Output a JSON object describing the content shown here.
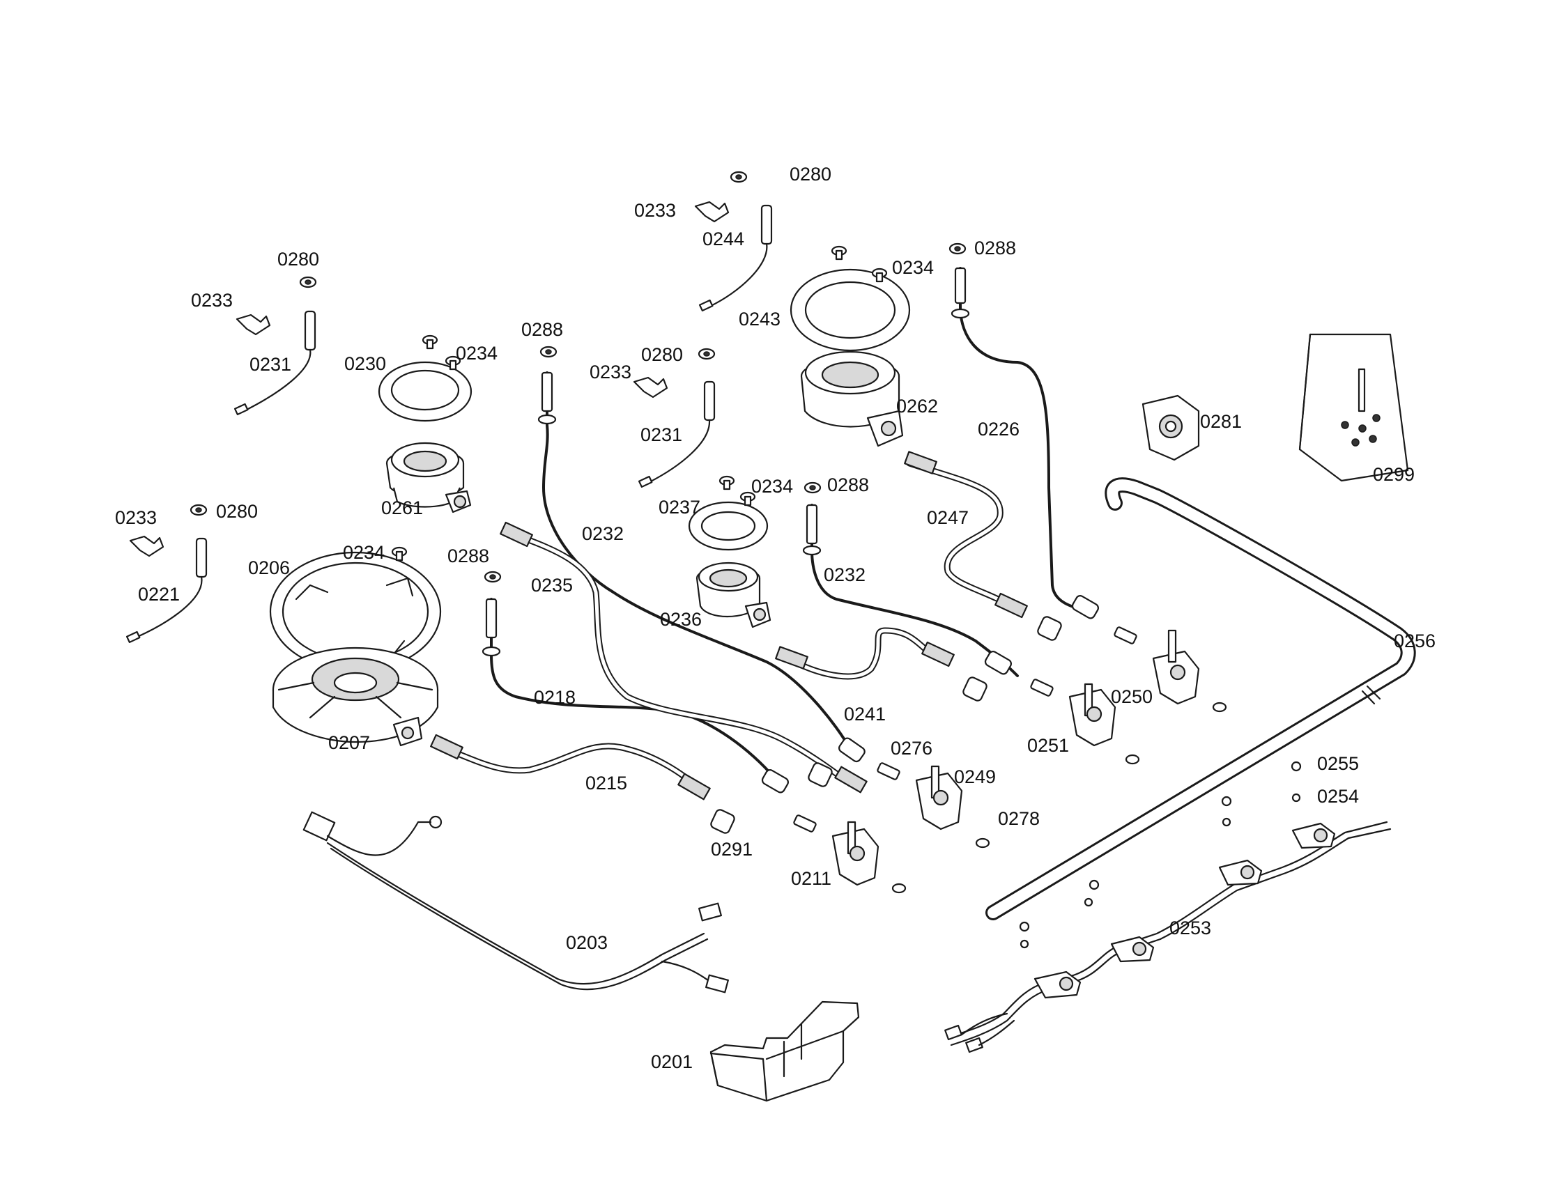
{
  "diagram": {
    "labels": [
      {
        "id": "l-0280-a",
        "text": "0280"
      },
      {
        "id": "l-0233-a",
        "text": "0233"
      },
      {
        "id": "l-0244",
        "text": "0244"
      },
      {
        "id": "l-0234-a",
        "text": "0234"
      },
      {
        "id": "l-0288-a",
        "text": "0288"
      },
      {
        "id": "l-0243",
        "text": "0243"
      },
      {
        "id": "l-0262",
        "text": "0262"
      },
      {
        "id": "l-0226",
        "text": "0226"
      },
      {
        "id": "l-0281",
        "text": "0281"
      },
      {
        "id": "l-0299",
        "text": "0299"
      },
      {
        "id": "l-0280-b",
        "text": "0280"
      },
      {
        "id": "l-0233-b",
        "text": "0233"
      },
      {
        "id": "l-0231-a",
        "text": "0231"
      },
      {
        "id": "l-0230",
        "text": "0230"
      },
      {
        "id": "l-0234-b",
        "text": "0234"
      },
      {
        "id": "l-0288-b",
        "text": "0288"
      },
      {
        "id": "l-0280-c",
        "text": "0280"
      },
      {
        "id": "l-0233-c",
        "text": "0233"
      },
      {
        "id": "l-0231-b",
        "text": "0231"
      },
      {
        "id": "l-0261",
        "text": "0261"
      },
      {
        "id": "l-0234-c",
        "text": "0234"
      },
      {
        "id": "l-0288-c",
        "text": "0288"
      },
      {
        "id": "l-0237",
        "text": "0237"
      },
      {
        "id": "l-0247",
        "text": "0247"
      },
      {
        "id": "l-0232-a",
        "text": "0232"
      },
      {
        "id": "l-0232-b",
        "text": "0232"
      },
      {
        "id": "l-0233-d",
        "text": "0233"
      },
      {
        "id": "l-0280-d",
        "text": "0280"
      },
      {
        "id": "l-0221",
        "text": "0221"
      },
      {
        "id": "l-0206",
        "text": "0206"
      },
      {
        "id": "l-0234-d",
        "text": "0234"
      },
      {
        "id": "l-0288-d",
        "text": "0288"
      },
      {
        "id": "l-0235",
        "text": "0235"
      },
      {
        "id": "l-0236",
        "text": "0236"
      },
      {
        "id": "l-0256",
        "text": "0256"
      },
      {
        "id": "l-0250",
        "text": "0250"
      },
      {
        "id": "l-0218",
        "text": "0218"
      },
      {
        "id": "l-0241",
        "text": "0241"
      },
      {
        "id": "l-0251",
        "text": "0251"
      },
      {
        "id": "l-0207",
        "text": "0207"
      },
      {
        "id": "l-0276",
        "text": "0276"
      },
      {
        "id": "l-0249",
        "text": "0249"
      },
      {
        "id": "l-0255",
        "text": "0255"
      },
      {
        "id": "l-0254",
        "text": "0254"
      },
      {
        "id": "l-0215",
        "text": "0215"
      },
      {
        "id": "l-0278",
        "text": "0278"
      },
      {
        "id": "l-0291",
        "text": "0291"
      },
      {
        "id": "l-0211",
        "text": "0211"
      },
      {
        "id": "l-0253",
        "text": "0253"
      },
      {
        "id": "l-0203",
        "text": "0203"
      },
      {
        "id": "l-0201",
        "text": "0201"
      }
    ]
  }
}
